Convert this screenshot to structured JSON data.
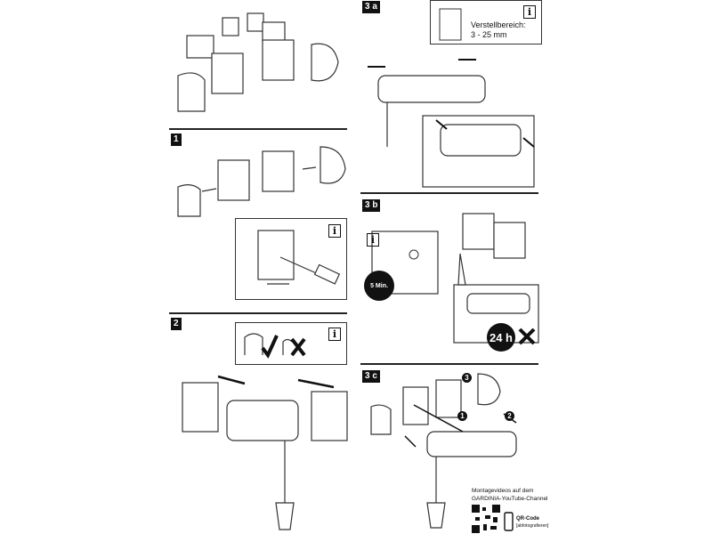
{
  "steps": {
    "s1": "1",
    "s2": "2",
    "s3a": "3 a",
    "s3b": "3 b",
    "s3c": "3 c"
  },
  "info_icon": "i",
  "adjust": {
    "label": "Verstellbereich:",
    "range": "3 - 25 mm"
  },
  "badges": {
    "minutes": "5 Min.",
    "hours": "24 h",
    "n1": "1",
    "n2": "2",
    "n3": "3"
  },
  "footer": {
    "line1": "Montagevideos auf dem",
    "line2": "GARDINIA-YouTube-Channel",
    "qr_label": "QR-Code",
    "qr_sub": "[abfotografieren]"
  },
  "colors": {
    "line": "#222222",
    "badge": "#111111"
  }
}
